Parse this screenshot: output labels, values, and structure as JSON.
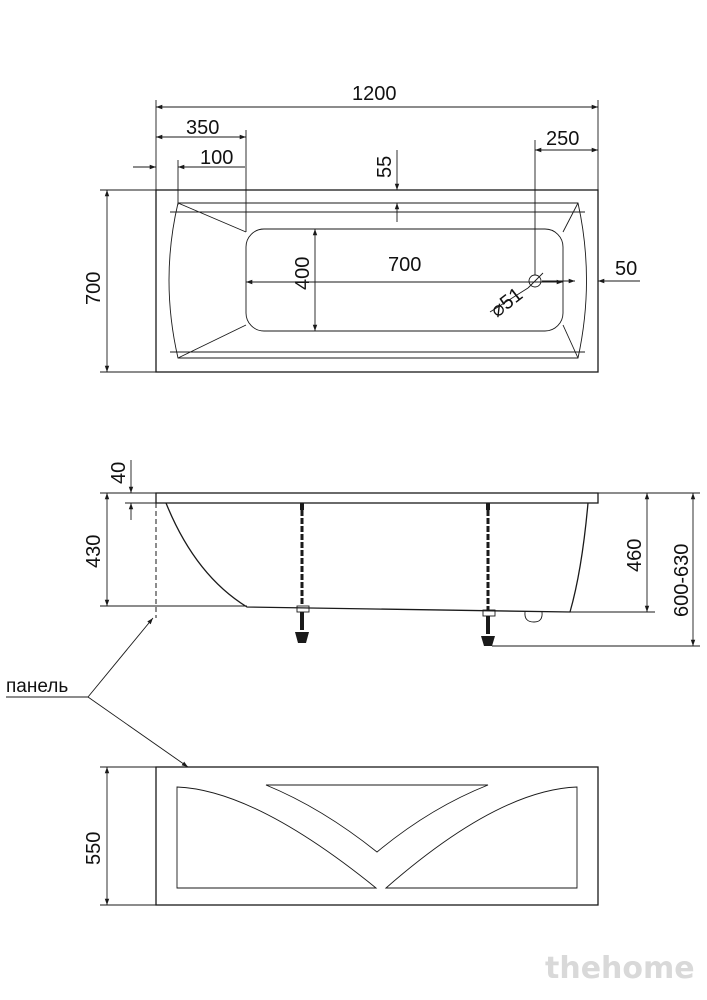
{
  "top_view": {
    "overall_length": "1200",
    "offset_left_inner": "350",
    "offset_left_rim": "100",
    "offset_right_drain": "250",
    "rim_offset_top": "55",
    "overall_width": "700",
    "inner_width": "400",
    "inner_length": "700",
    "drain_diameter": "⌀51",
    "drain_offset": "50"
  },
  "side_view": {
    "rim_thickness": "40",
    "bath_depth": "430",
    "inner_depth": "460",
    "total_height": "600-630"
  },
  "panel": {
    "label": "панель",
    "height": "550"
  },
  "watermark": "thehome"
}
